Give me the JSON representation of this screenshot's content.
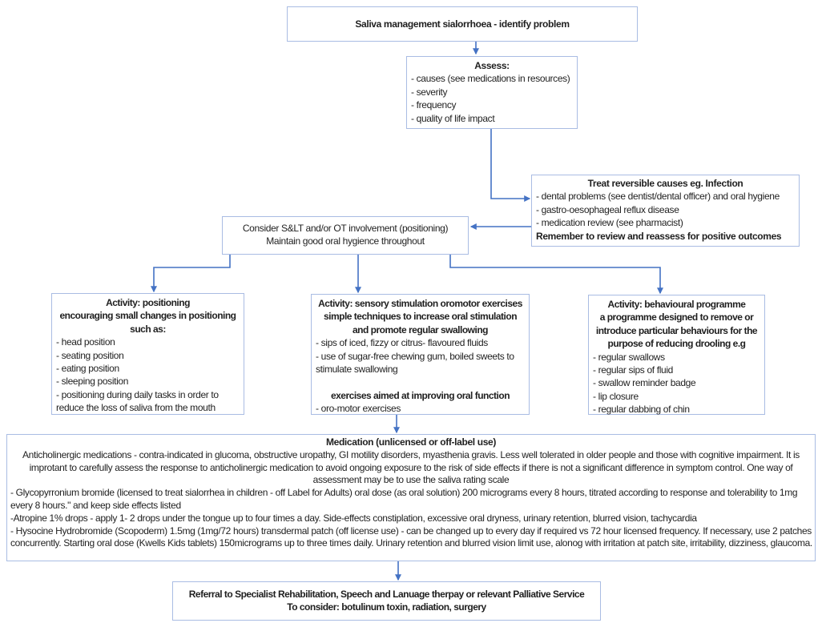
{
  "colors": {
    "box_border": "#a9bce3",
    "arrow_blue": "#4472c4",
    "text": "#1f1f1f",
    "background": "#ffffff"
  },
  "flowchart": {
    "identify_box": {
      "title": "Saliva management sialorrhoea - identify problem"
    },
    "assess_box": {
      "title": "Assess:",
      "items": [
        "- causes (see medications in resources)",
        "- severity",
        "- frequency",
        "- quality of life impact"
      ]
    },
    "treat_box": {
      "title": "Treat reversible causes eg. Infection",
      "items": [
        "- dental problems (see dentist/dental officer) and oral hygiene",
        "- gastro-oesophageal reflux disease",
        "- medication review (see pharmacist)"
      ],
      "footer": "Remember to review and reassess for positive outcomes"
    },
    "consider_box": {
      "line1": "Consider S&LT and/or OT involvement (positioning)",
      "line2": "Maintain good oral hygience throughout"
    },
    "activity_positioning": {
      "title_line1": "Activity: positioning",
      "title_line2": "encouraging small changes in positioning",
      "title_line3": "such as:",
      "items": [
        "- head position",
        "- seating position",
        "- eating position",
        "- sleeping position",
        "- positioning during daily tasks in order to reduce the loss of saliva from the mouth"
      ]
    },
    "activity_sensory": {
      "title_line1": "Activity: sensory stimulation oromotor exercises",
      "title_line2": "simple techniques to increase oral stimulation",
      "title_line3": "and promote regular swallowing",
      "items": [
        "- sips of iced, fizzy or citrus- flavoured fluids",
        "- use of sugar-free chewing gum, boiled sweets to stimulate swallowing"
      ],
      "subtitle": "exercises aimed at improving oral function",
      "items2": [
        "- oro-motor exercises"
      ]
    },
    "activity_behavioural": {
      "title_line1": "Activity: behavioural programme",
      "title_line2": "a programme designed to remove or",
      "title_line3": "introduce particular behaviours for the",
      "title_line4": "purpose of reducing drooling e.g",
      "items": [
        "- regular swallows",
        "- regular sips of fluid",
        "- swallow reminder badge",
        "- lip closure",
        "- regular dabbing of chin"
      ]
    },
    "medication_box": {
      "title": "Medication (unlicensed or off-label use)",
      "intro": "Anticholinergic medications - contra-indicated in glucoma, obstructive uropathy, GI motility disorders, myasthenia gravis.  Less well tolerated in older people and those with cognitive impairment. It is improtant to carefully assess the response to anticholinergic medication to avoid ongoing exposure to the risk of side effects if there is not a significant difference in symptom control. One way of assessment may be to use the saliva rating scale",
      "items": [
        "- Glycopyrronium bromide (licensed to treat sialorrhea in children - off Label for Adults) oral dose (as oral solution) 200 micrograms every 8 hours, titrated according to response and tolerability to 1mg every 8 hours.\" and keep side effects listed",
        "-Atropine 1% drops - apply 1- 2 drops under the tongue up to four times a day.  Side-effects constiplation, excessive oral dryness, urinary retention, blurred vision, tachycardia",
        "- Hysocine Hydrobromide (Scopoderm) 1.5mg (1mg/72 hours) transdermal patch (off license use) - can be changed up to every day if required vs 72 hour licensed frequency. If necessary, use 2 patches concurrently. Starting oral dose (Kwells Kids tablets) 150micrograms up to three times daily.  Urinary retention and blurred vision limit use, alonog with irritation at patch site, irritability, dizziness, glaucoma."
      ]
    },
    "referral_box": {
      "line1": "Referral to Specialist Rehabilitation, Speech and Lanuage therpay or relevant Palliative Service",
      "line2": "To consider: botulinum toxin, radiation, surgery"
    }
  }
}
